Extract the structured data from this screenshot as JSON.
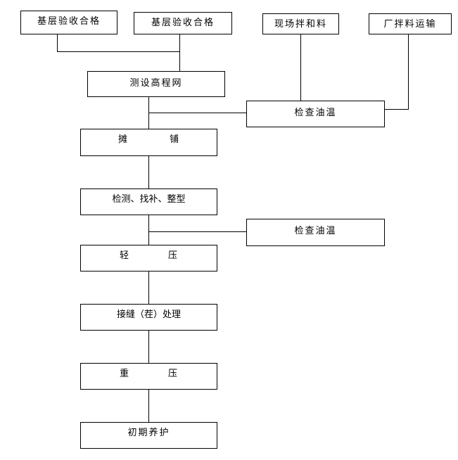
{
  "nodes": {
    "base_acceptance_1": "基层验收合格",
    "base_acceptance_2": "基层验收合格",
    "onsite_mixing": "现场拌和料",
    "plant_mix_transport": "厂拌料运输",
    "measure_elevation_grid": "测设高程网",
    "check_oil_temp_1": "检查油温",
    "paving": [
      "摊",
      "铺"
    ],
    "inspect_patch_shape": "检测、找补、整型",
    "check_oil_temp_2": "检查油温",
    "light_rolling": [
      "轻",
      "压"
    ],
    "joint_treatment": "接缝（茬）处理",
    "heavy_rolling": [
      "重",
      "压"
    ],
    "initial_curing": "初期养护"
  }
}
